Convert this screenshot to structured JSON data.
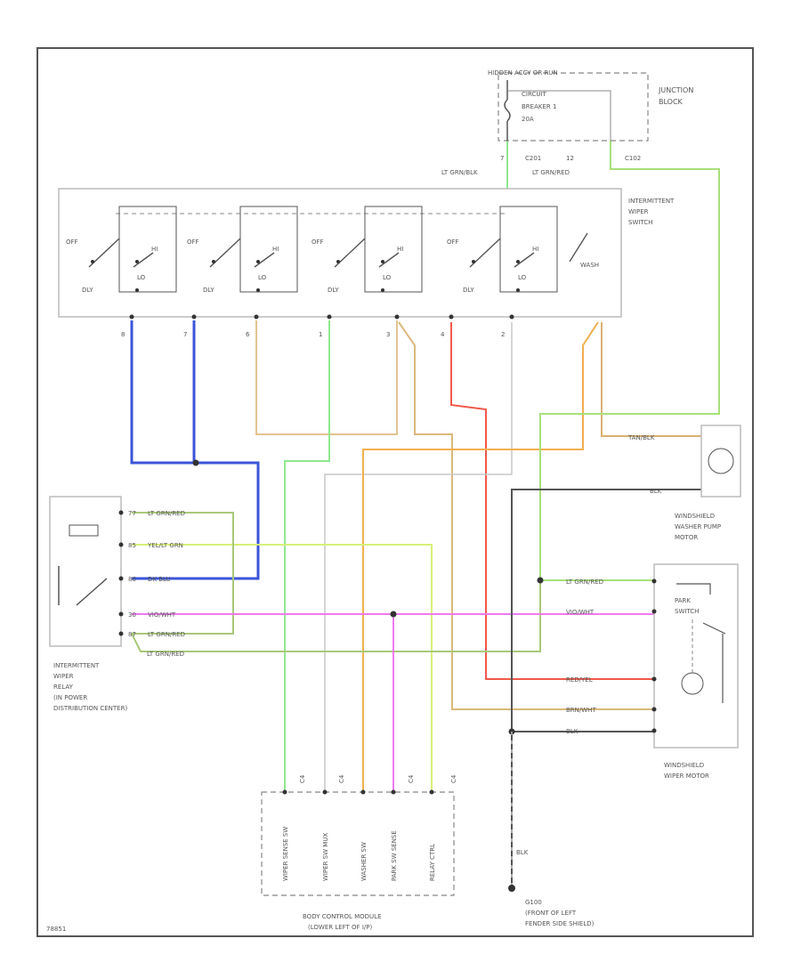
{
  "colors": {
    "border": "#555555",
    "box": "#bbbbbb",
    "dashed": "#888888",
    "blue": "#3b55d8",
    "tan": "#e2c48f",
    "green": "#8fe88f",
    "red": "#f05a4a",
    "gray_wire": "#c8c8c8",
    "yellow_green": "#d8f07a",
    "olive": "#a8c878",
    "pink": "#f07af0",
    "black_wire": "#555555",
    "orange": "#f0a860",
    "light_orange": "#f6c879",
    "dark_tan": "#d9b070"
  },
  "junction_block": {
    "label": "JUNCTION BLOCK",
    "feed_label": "HIDDEN ACCY OR RUN",
    "breaker_label_1": "CIRCUIT",
    "breaker_label_2": "BREAKER 1",
    "breaker_label_3": "20A",
    "connector_left_pin": "7",
    "connector_mid": "C201",
    "connector_right_pin": "12",
    "connector_right": "C102",
    "wire_left": "LT GRN/BLK",
    "wire_right": "LT GRN/RED"
  },
  "switch": {
    "label_1": "INTERMITTENT",
    "label_2": "WIPER",
    "label_3": "SWITCH",
    "pole_labels": [
      "OFF",
      "HI",
      "DLY",
      "LO",
      "OFF",
      "HI",
      "DLY",
      "LO",
      "OFF",
      "HI",
      "DLY",
      "LO",
      "OFF",
      "HI",
      "DLY",
      "LO",
      "WASH"
    ],
    "pins": [
      "8",
      "7",
      "6",
      "1",
      "3",
      "4",
      "2"
    ]
  },
  "relay": {
    "label": "INTERMITTENT WIPER RELAY (IN POWER DISTRIBUTION CENTER)",
    "label_1": "INTERMITTENT",
    "label_2": "WIPER",
    "label_3": "RELAY",
    "label_4": "(IN POWER",
    "label_5": "DISTRIBUTION CENTER)",
    "pins": [
      {
        "pin": "77",
        "wire": "LT GRN/RED"
      },
      {
        "pin": "85",
        "wire": "YEL/LT GRN"
      },
      {
        "pin": "86",
        "wire": "DK BLU"
      },
      {
        "pin": "30",
        "wire": "VIO/WHT"
      },
      {
        "pin": "87",
        "wire": "LT GRN/RED"
      }
    ],
    "extra_wire": "LT GRN/RED"
  },
  "washer_motor": {
    "label_1": "WINDSHIELD",
    "label_2": "WASHER PUMP",
    "label_3": "MOTOR",
    "wire_top": "TAN/BLK",
    "wire_bottom": "BLK"
  },
  "wiper_motor": {
    "label_1": "WINDSHIELD",
    "label_2": "WIPER MOTOR",
    "park_label": "PARK",
    "park_label_2": "SWITCH",
    "wires": [
      "LT GRN/RED",
      "VIO/WHT",
      "RED/YEL",
      "BRN/WHT",
      "BLK"
    ]
  },
  "bcm": {
    "label_1": "BODY CONTROL MODULE",
    "label_2": "(LOWER LEFT OF I/P)",
    "pins": [
      "WIPER SENSE SW",
      "WIPER SW MUX",
      "WASHER SW",
      "PARK SW SENSE",
      "RELAY CTRL"
    ],
    "connectors": [
      "C4",
      "C4",
      "C4",
      "C4"
    ]
  },
  "ground": {
    "label_1": "G100",
    "label_2": "(FRONT OF LEFT",
    "label_3": "FENDER SIDE SHIELD)",
    "wire": "BLK"
  },
  "footer_id": "78851"
}
